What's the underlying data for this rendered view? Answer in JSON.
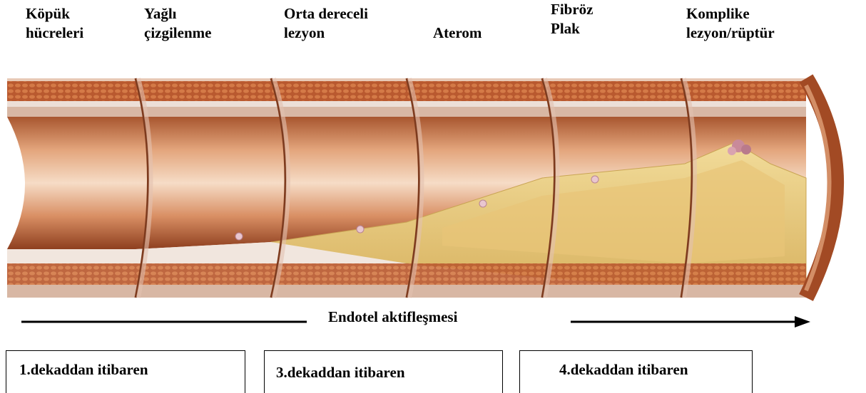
{
  "stages": [
    {
      "label": "Köpük\nhücreleri"
    },
    {
      "label": "Yağlı\nçizgilenme"
    },
    {
      "label": "Orta dereceli\nlezyon"
    },
    {
      "label": "Aterom"
    },
    {
      "label": "Fibröz\nPlak"
    },
    {
      "label": "Komplike\nlezyon/rüptür"
    }
  ],
  "arrow": {
    "label": "Endotel aktifleşmesi"
  },
  "decades": [
    {
      "label": "1.dekaddan itibaren"
    },
    {
      "label": "3.dekaddan itibaren"
    },
    {
      "label": "4.dekaddan itibaren"
    }
  ],
  "colors": {
    "vessel_wall": "#c9744a",
    "vessel_lumen_light": "#f3d2b6",
    "muscle_layer": "#b5532c",
    "plaque": "#e6c77a",
    "intima": "#f1e6de"
  }
}
